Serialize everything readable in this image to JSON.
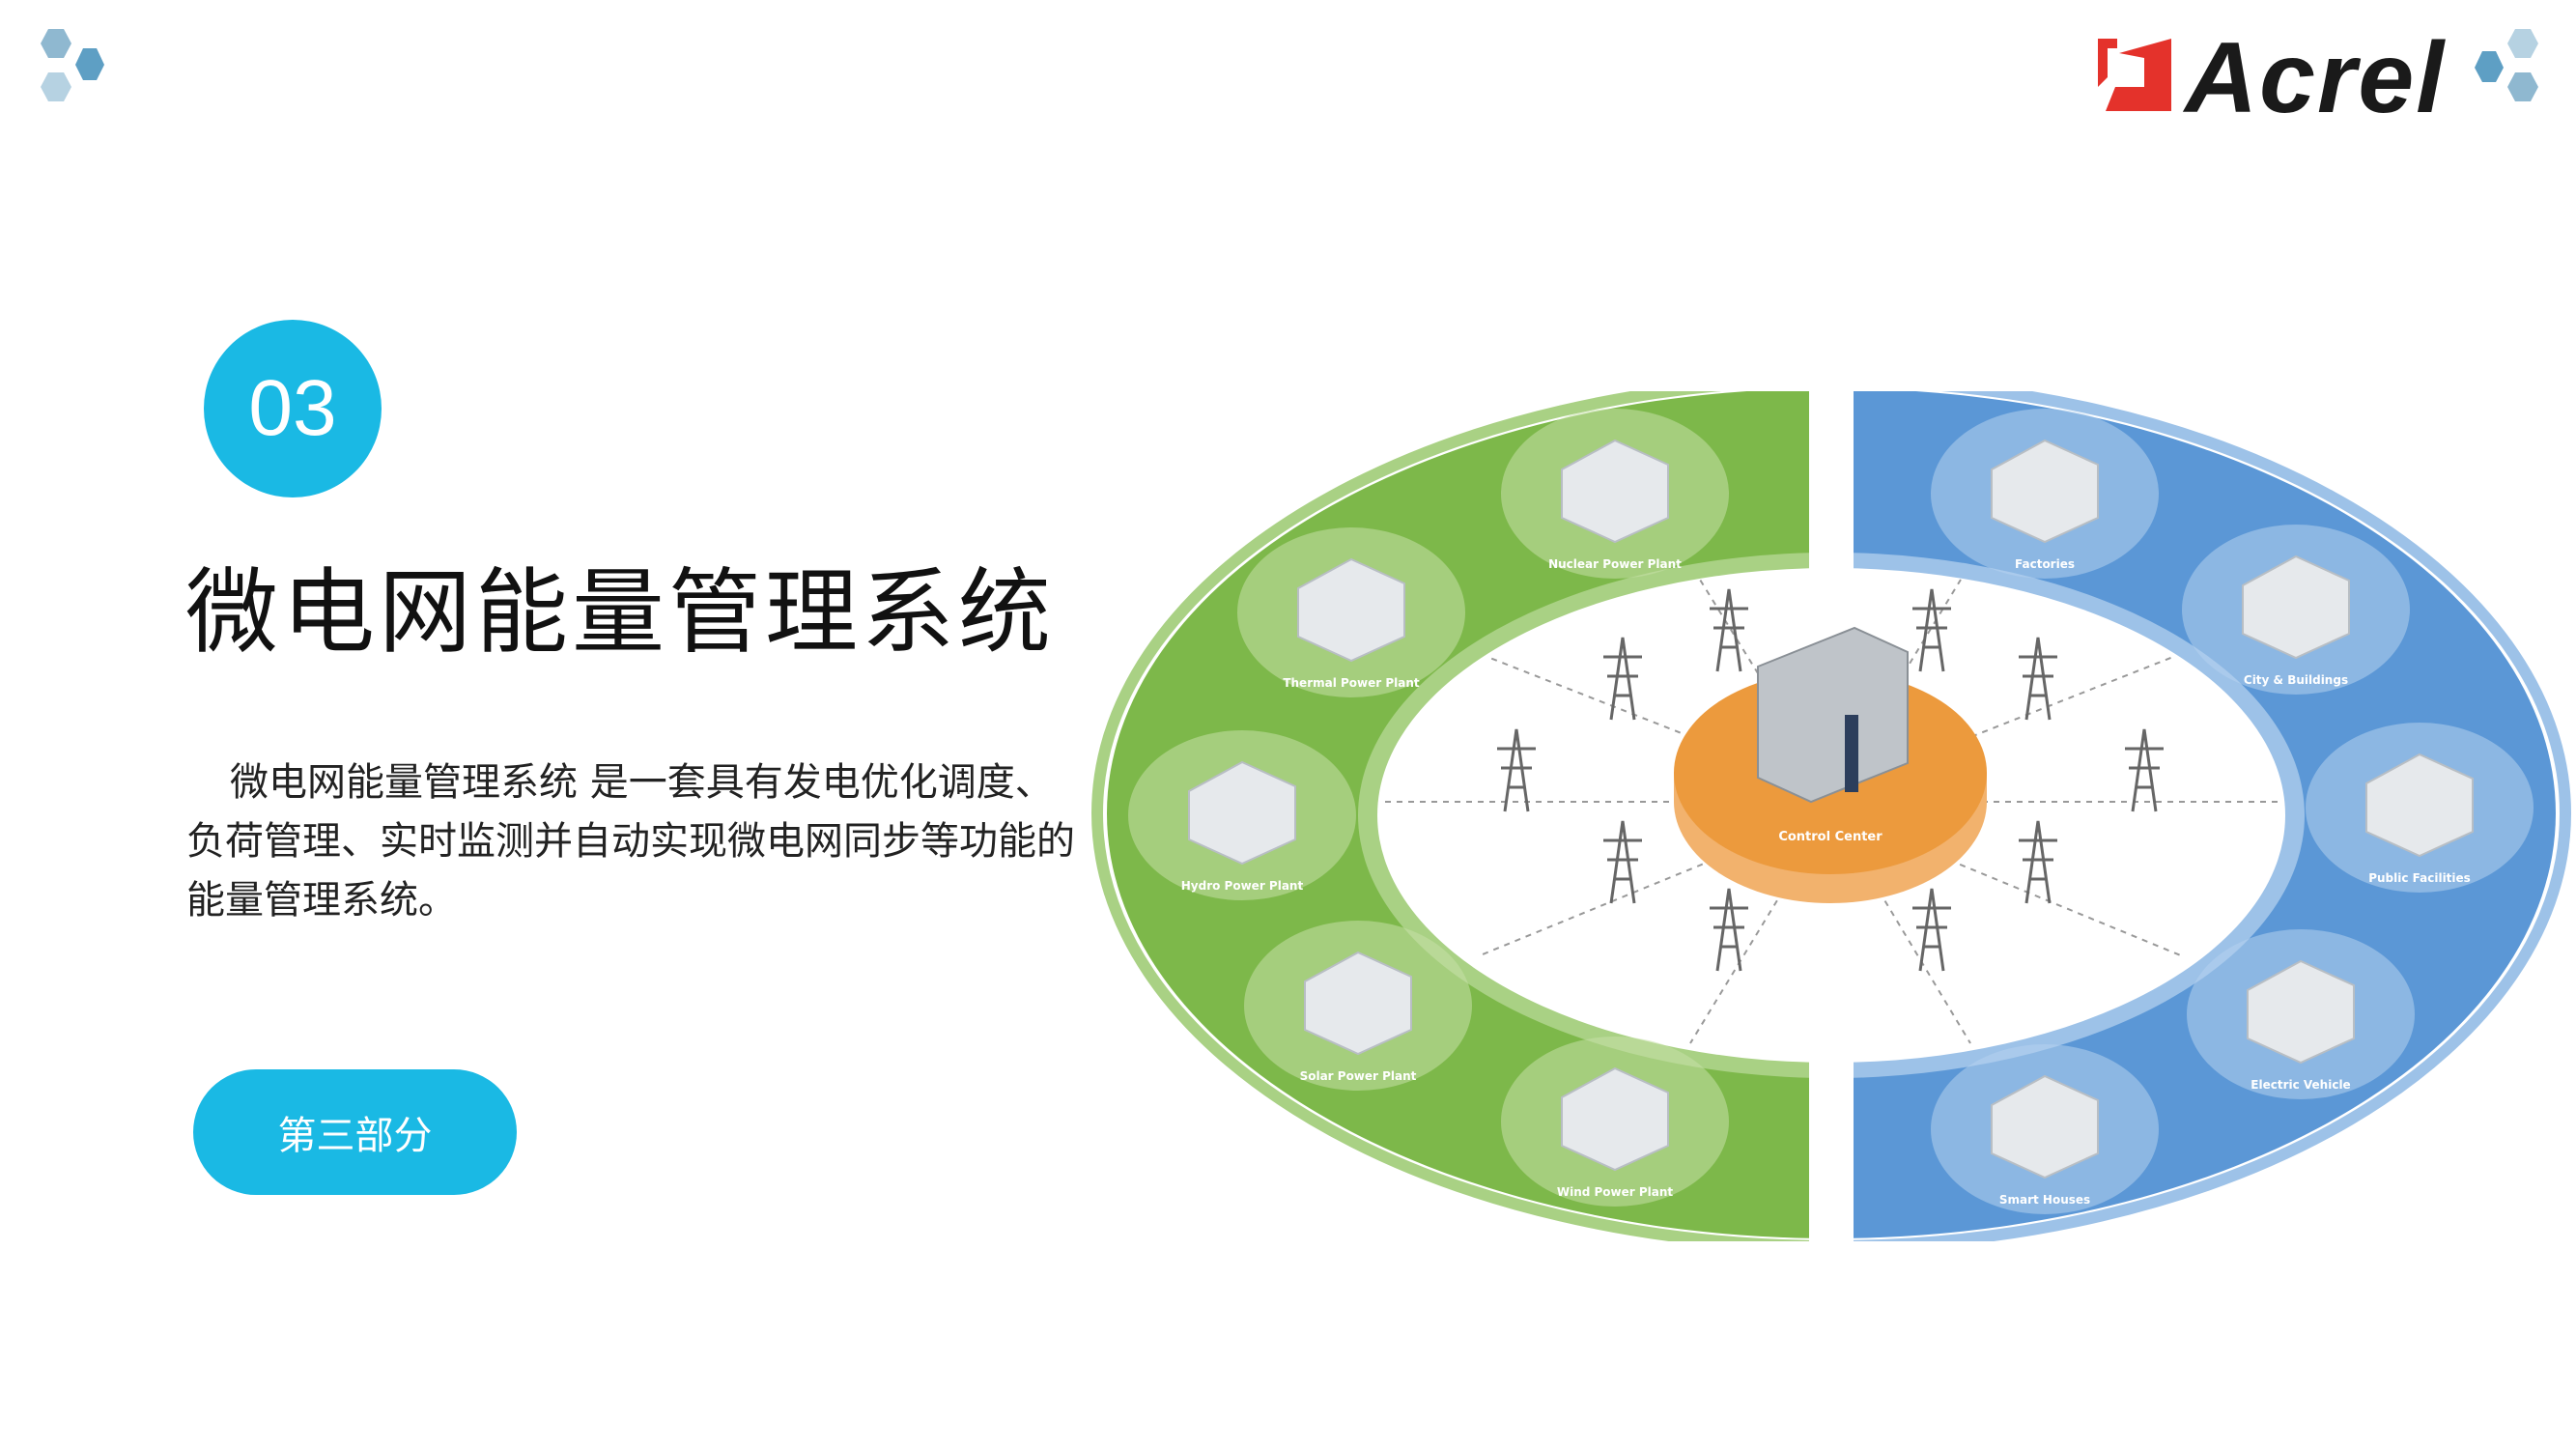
{
  "section": {
    "number": "03",
    "title": "微电网能量管理系统",
    "description": "微电网能量管理系统 是一套具有发电优化调度、负荷管理、实时监测并自动实现微电网同步等功能的能量管理系统。",
    "button_label": "第三部分"
  },
  "brand": {
    "logo_text": "Acrel",
    "logo_color": "#e4322b"
  },
  "diagram": {
    "center_label": "Control Center",
    "generation": [
      "Nuclear Power Plant",
      "Thermal Power Plant",
      "Hydro Power Plant",
      "Solar Power Plant",
      "Wind Power Plant"
    ],
    "consumption": [
      "Factories",
      "City & Buildings",
      "Public Facilities",
      "Electric Vehicle",
      "Smart Houses"
    ],
    "colors": {
      "generation": "#7db84a",
      "consumption": "#5b97d6",
      "center": "#ec9a3d",
      "accent": "#1ab9e4"
    }
  }
}
